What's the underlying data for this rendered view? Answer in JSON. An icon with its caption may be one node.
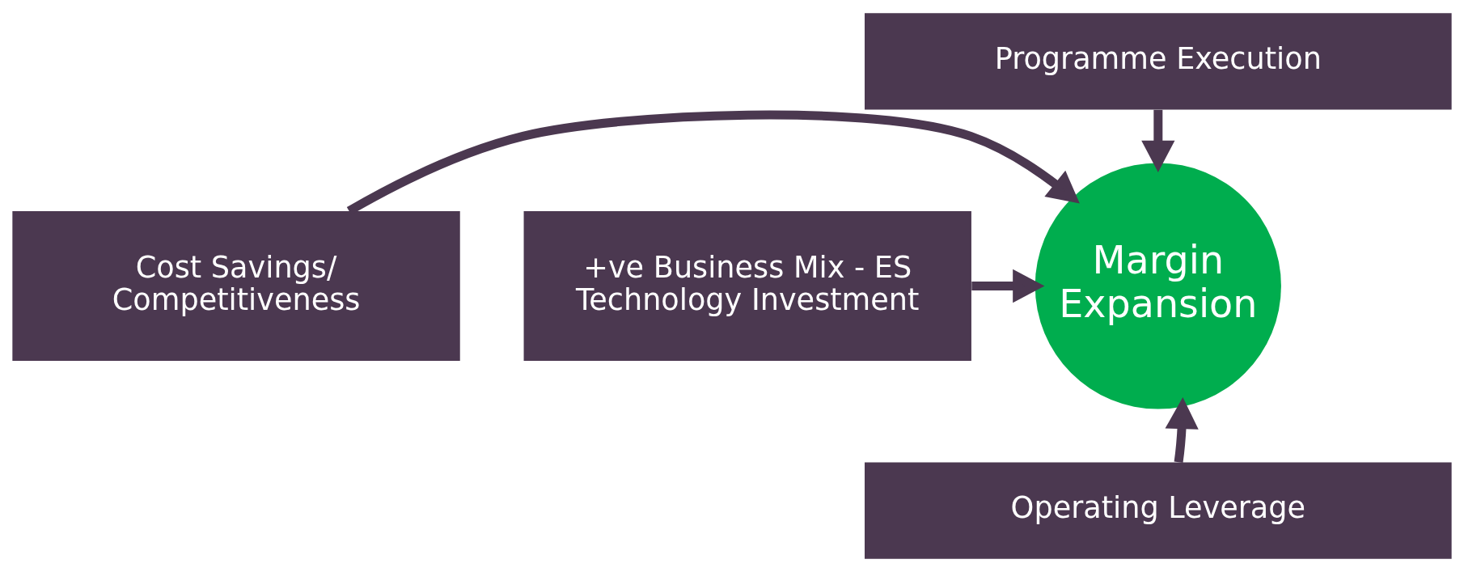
{
  "diagram": {
    "nodes": [
      {
        "text": [
          "Programme Execution"
        ]
      },
      {
        "text": [
          "Cost Savings/ Competitiveness"
        ]
      },
      {
        "text": [
          "Margin Expansion"
        ]
      },
      {
        "text": [
          "+ve Business Mix - ES Technology Investment"
        ]
      },
      {
        "text": [
          "Operating Leverage"
        ]
      }
    ],
    "edges": [
      {
        "from": 0,
        "to": 2,
        "arrow": "to"
      },
      {
        "from": 1,
        "to": 2,
        "arrow": "to"
      },
      {
        "from": 3,
        "to": 2,
        "arrow": "to"
      },
      {
        "from": 4,
        "to": 2,
        "arrow": "to"
      }
    ]
  }
}
